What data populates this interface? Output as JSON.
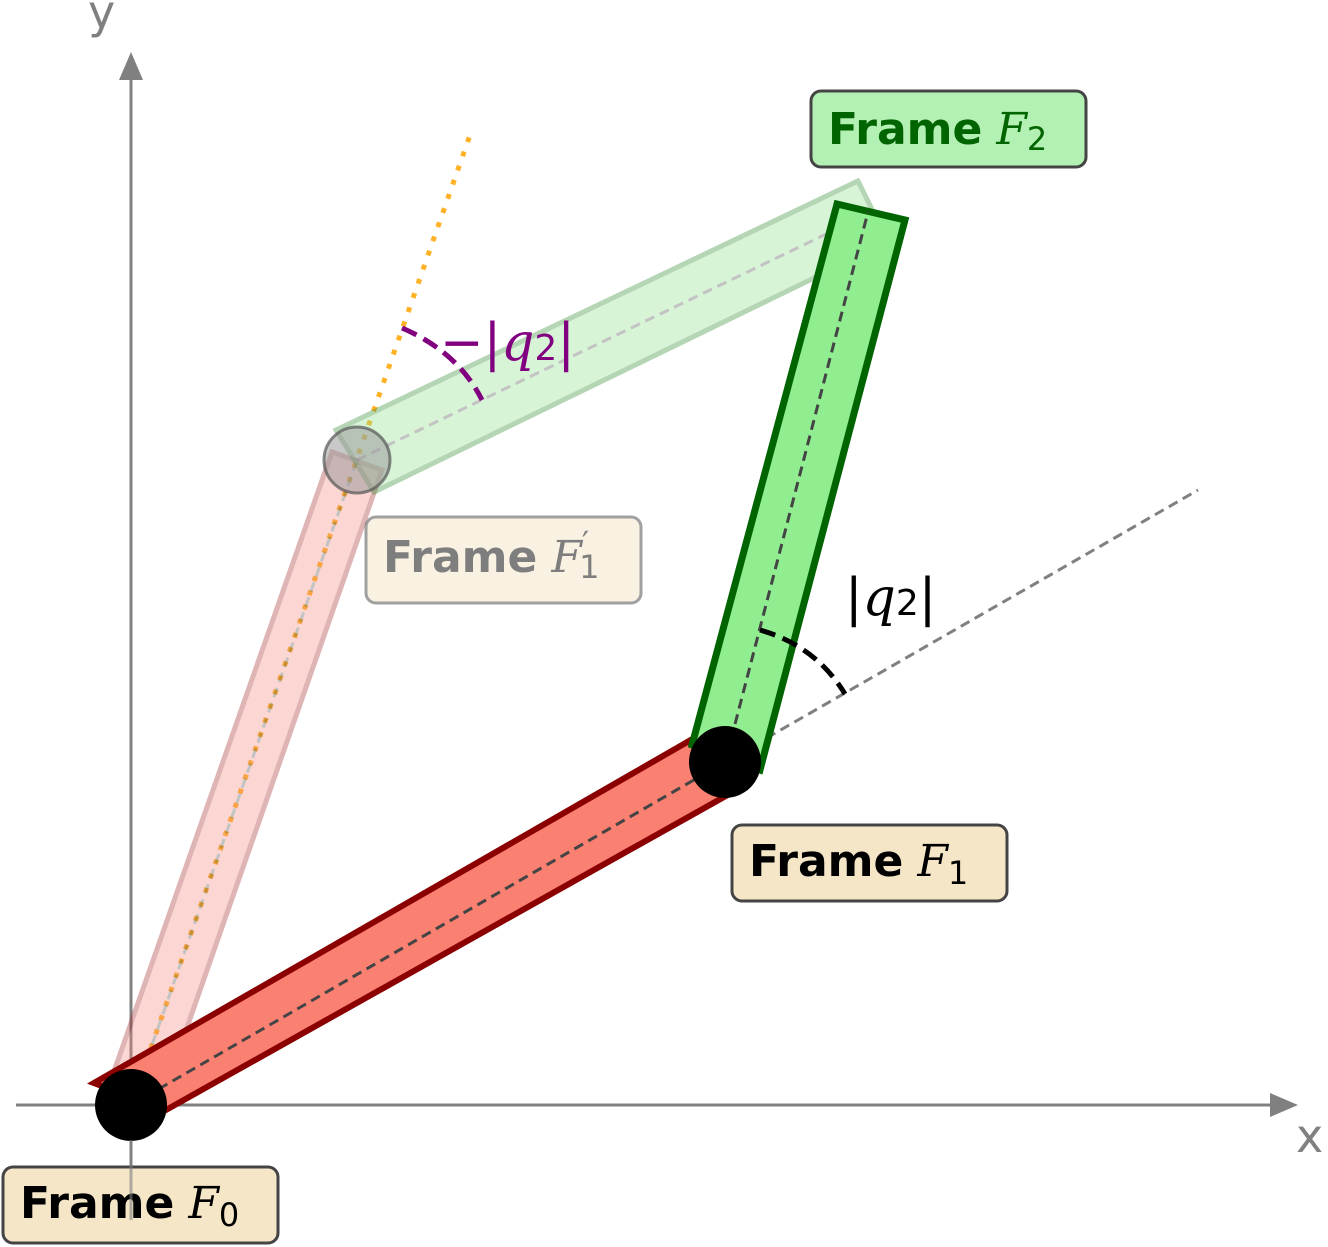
{
  "axes": {
    "x_label": "x",
    "y_label": "y"
  },
  "frames": {
    "f0": {
      "word": "Frame",
      "var": "F",
      "sub": "0"
    },
    "f1": {
      "word": "Frame",
      "var": "F",
      "sub": "1"
    },
    "f1_prime": {
      "word": "Frame",
      "var": "F",
      "sub": "1",
      "prime": "′"
    },
    "f2": {
      "word": "Frame",
      "var": "F",
      "sub": "2"
    }
  },
  "angles": {
    "q2_positive": {
      "bar_left": "|",
      "var": "q",
      "sub": "2",
      "bar_right": "|"
    },
    "q2_negative": {
      "minus": "−",
      "bar_left": "|",
      "var": "q",
      "sub": "2",
      "bar_right": "|"
    }
  },
  "colors": {
    "axis": "#808080",
    "link1_fill": "#fa8072",
    "link1_edge": "#8b0000",
    "link2_fill": "#90ee90",
    "link2_edge": "#006400",
    "ghost_link1_fill": "#f8c8c4",
    "ghost_link2_fill": "#d6f5d6",
    "joint": "#000000",
    "frame_box_fill": "#f5e6c8",
    "frame_f2_box_fill": "#b3f0b3",
    "frame_f2_text": "#006400",
    "angle_negative": "#800080",
    "dotted_ray": "#ffa500"
  }
}
